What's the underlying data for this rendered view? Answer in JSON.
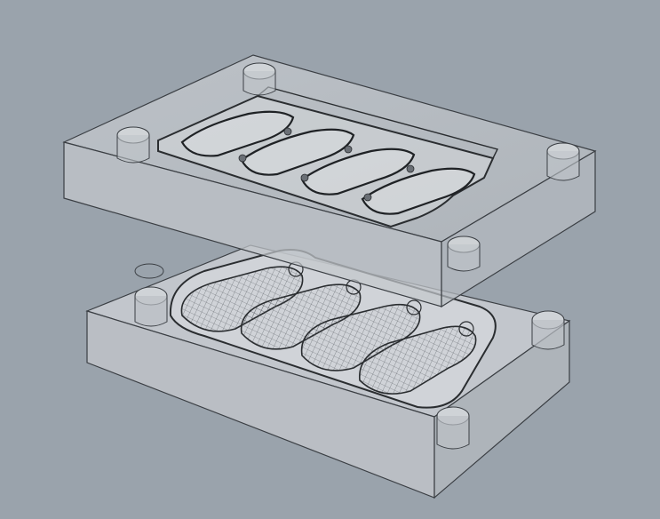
{
  "scene": {
    "background": "#9aa3ac",
    "objects": [
      {
        "id": "top-mold-plate",
        "cavity_count": 4,
        "guide_pin_holes": 4,
        "style": "translucent-gray"
      },
      {
        "id": "bottom-mold-plate",
        "cavity_count": 4,
        "guide_pin_holes": 4,
        "style": "translucent-gray-wireframe"
      }
    ]
  },
  "colors": {
    "plate_face": "#d2d5d8",
    "plate_side": "#b9bec3",
    "plate_front": "#c4c8cc",
    "edge": "#3b3f44",
    "cavity_dark": "#2a2d30",
    "mesh": "#5b6066"
  }
}
